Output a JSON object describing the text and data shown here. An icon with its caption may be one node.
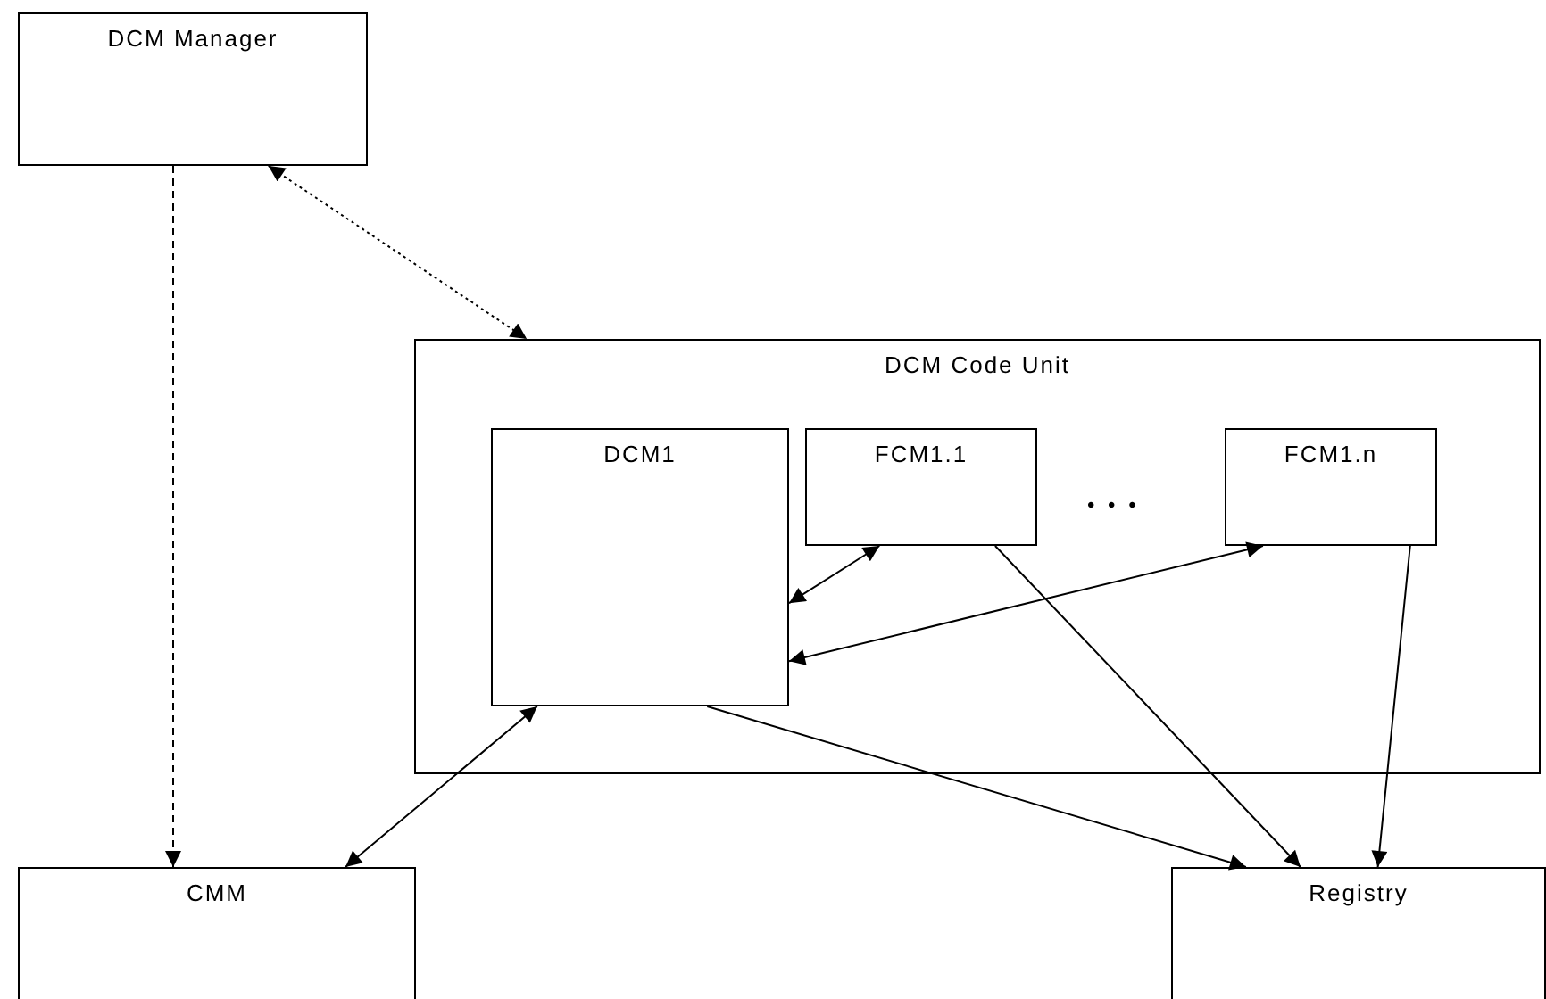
{
  "diagram": {
    "nodes": [
      {
        "text": [
          "DCM Manager"
        ]
      },
      {
        "text": [
          "DCM Code Unit"
        ]
      },
      {
        "text": [
          "DCM1"
        ],
        "in": 1
      },
      {
        "text": [
          "FCM1.1"
        ],
        "in": 1
      },
      {
        "text": [
          "FCM1.n"
        ],
        "in": 1
      },
      {
        "text": [
          "CMM"
        ]
      },
      {
        "text": [
          "Registry"
        ]
      }
    ],
    "edges": [
      {
        "from": 0,
        "to": 1,
        "arrow": "both",
        "style": "dashed"
      },
      {
        "from": 0,
        "to": 5,
        "arrow": "to",
        "style": "dashed"
      },
      {
        "from": 2,
        "to": 3,
        "arrow": "both"
      },
      {
        "from": 2,
        "to": 4,
        "arrow": "both"
      },
      {
        "from": 2,
        "to": 6,
        "arrow": "to"
      },
      {
        "from": 3,
        "to": 6,
        "arrow": "to"
      },
      {
        "from": 4,
        "to": 6,
        "arrow": "to"
      },
      {
        "from": 2,
        "to": 5,
        "arrow": "both"
      }
    ],
    "labels": [
      "• • •"
    ]
  }
}
